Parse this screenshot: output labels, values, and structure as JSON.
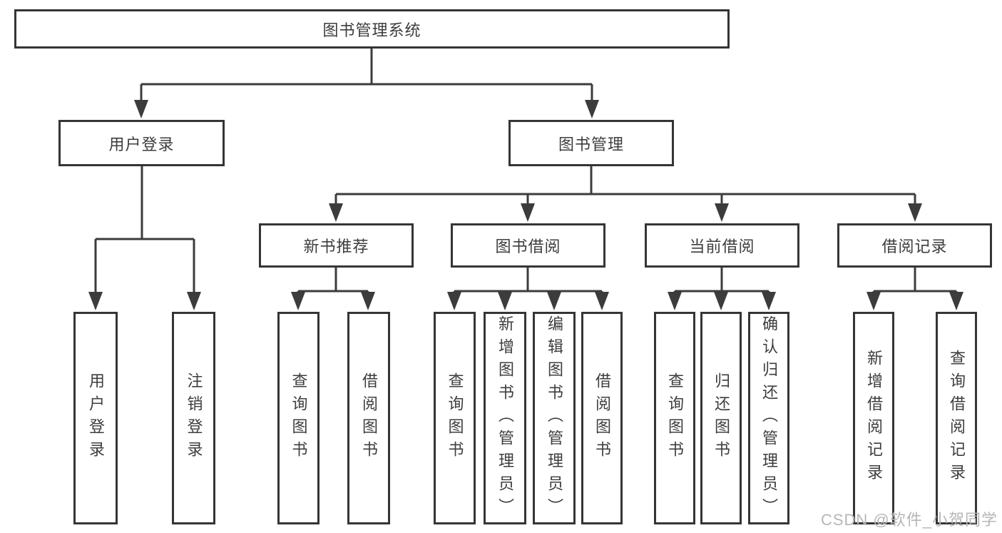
{
  "diagram": {
    "root": {
      "label": "图书管理系统"
    },
    "branches": [
      {
        "label": "用户登录",
        "children": [
          {
            "label": "用户登录"
          },
          {
            "label": "注销登录"
          }
        ]
      },
      {
        "label": "图书管理",
        "children": [
          {
            "label": "新书推荐",
            "children": [
              {
                "label": "查询图书"
              },
              {
                "label": "借阅图书"
              }
            ]
          },
          {
            "label": "图书借阅",
            "children": [
              {
                "label": "查询图书"
              },
              {
                "label": "新增图书（管理员）"
              },
              {
                "label": "编辑图书（管理员）"
              },
              {
                "label": "借阅图书"
              }
            ]
          },
          {
            "label": "当前借阅",
            "children": [
              {
                "label": "查询图书"
              },
              {
                "label": "归还图书"
              },
              {
                "label": "确认归还（管理员）"
              }
            ]
          },
          {
            "label": "借阅记录",
            "children": [
              {
                "label": "新增借阅记录"
              },
              {
                "label": "查询借阅记录"
              }
            ]
          }
        ]
      }
    ]
  },
  "watermark": {
    "text": "CSDN @软件_小贺同学"
  },
  "colors": {
    "line": "#3c3c3c",
    "border": "#353535",
    "text": "#3d3d3d",
    "watermark": "#b6b6b6",
    "boxfill": "#ffffff",
    "bg": "#ffffff"
  }
}
